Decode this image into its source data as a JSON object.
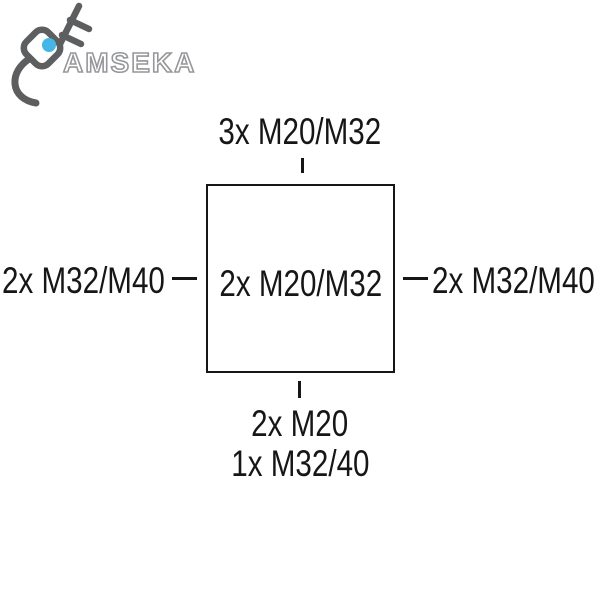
{
  "theme": {
    "plug-gray": "#5d5e60",
    "accent-cyan": "#45b6e6",
    "wordmark-gray": "#96979a",
    "ink": "#161616"
  },
  "logo": {
    "brand": "AMSEKA",
    "icon": "power-plug-with-cord-icon"
  },
  "diagram": {
    "type": "junction-box-cable-entry-diagram",
    "box_label": "2x M20/M32",
    "top_label": "3x M20/M32",
    "left_label": "2x M32/M40",
    "right_label": "2x M32/M40",
    "bottom_labels": [
      "2x M20",
      "1x M32/40"
    ]
  }
}
